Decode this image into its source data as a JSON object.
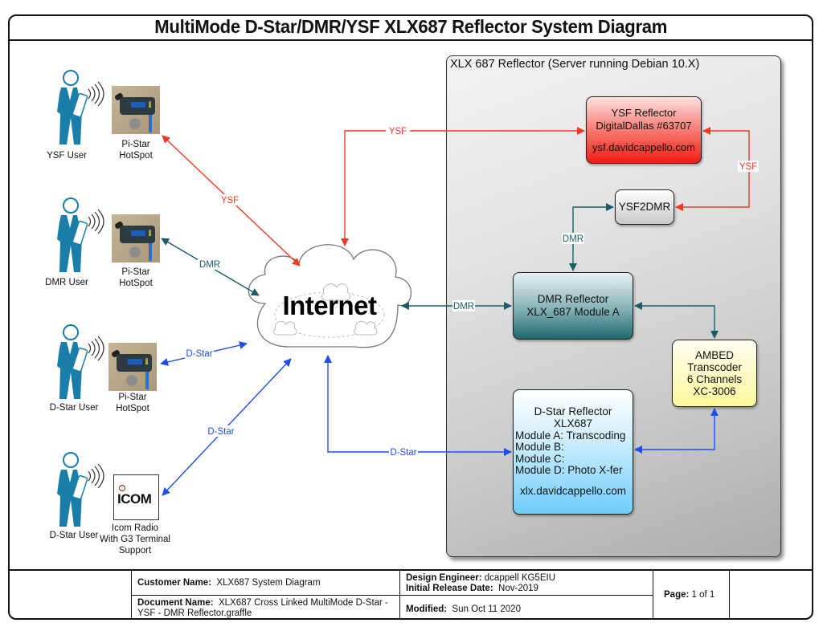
{
  "title": "MultiMode D-Star/DMR/YSF  XLX687 Reflector System Diagram",
  "server": {
    "label": "XLX 687 Reflector (Server running Debian 10.X)"
  },
  "nodes": {
    "ysf_reflector": {
      "lines": [
        "YSF Reflector",
        "DigitalDallas #63707",
        "ysf.davidcappello.com"
      ]
    },
    "ysf2dmr": {
      "label": "YSF2DMR"
    },
    "dmr_reflector": {
      "lines": [
        "DMR Reflector",
        "XLX_687 Module A"
      ]
    },
    "ambed": {
      "lines": [
        "AMBED",
        "Transcoder",
        "6 Channels",
        "XC-3006"
      ]
    },
    "dstar_reflector": {
      "title_lines": [
        "D-Star Reflector",
        "XLX687"
      ],
      "modules": [
        "Module A: Transcoding",
        "Module B:",
        "Module C:",
        "Module D: Photo X-fer"
      ],
      "url": "xlx.davidcappello.com"
    },
    "internet": {
      "label": "Internet"
    }
  },
  "users": [
    {
      "label": "YSF User",
      "device_lines": [
        "Pi-Star",
        "HotSpot"
      ],
      "device_icon": "hotspot-icon"
    },
    {
      "label": "DMR User",
      "device_lines": [
        "Pi-Star",
        "HotSpot"
      ],
      "device_icon": "hotspot-icon"
    },
    {
      "label": "D-Star User",
      "device_lines": [
        "Pi-Star",
        "HotSpot"
      ],
      "device_icon": "hotspot-icon"
    },
    {
      "label": "D-Star User",
      "device_lines": [
        "Icom Radio",
        "With G3 Terminal",
        "Support"
      ],
      "device_icon": "icom-logo-icon",
      "device_logo_text": "ICOM"
    }
  ],
  "links": {
    "ysf_hotspot_internet": "YSF",
    "dmr_hotspot_internet": "DMR",
    "dstar_hotspot_internet": "D-Star",
    "icom_internet": "D-Star",
    "internet_ysf_reflector": "YSF",
    "internet_dmr_reflector": "DMR",
    "internet_dstar_reflector": "D-Star",
    "ysf_reflector_ysf2dmr": "YSF",
    "ysf2dmr_dmr_reflector": "DMR"
  },
  "colors": {
    "ysf": "#f23a22",
    "dmr": "#1b5c66",
    "dstar": "#1f4ef2",
    "person": "#1a7ea8"
  },
  "footer": {
    "customer_label": "Customer Name:",
    "customer_value": "XLX687 System Diagram",
    "document_label": "Document Name:",
    "document_value": "XLX687 Cross Linked MultiMode D-Star - YSF - DMR Reflector.graffle",
    "engineer_label": "Design Engineer:",
    "engineer_value": "dcappell KG5EIU",
    "release_label": "Initial Release Date:",
    "release_value": "Nov-2019",
    "modified_label": "Modified:",
    "modified_value": "Sun Oct 11 2020",
    "page_label": "Page:",
    "page_value": "1 of 1"
  }
}
